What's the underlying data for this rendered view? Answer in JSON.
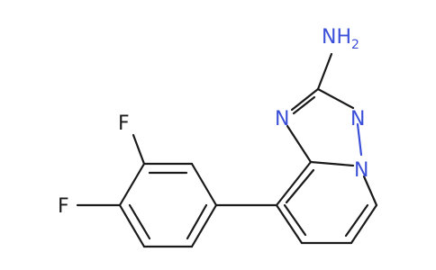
{
  "molecule": {
    "atoms": {
      "amine": {
        "symbol": "NH",
        "subscript": "2",
        "color": "#3b4fd8"
      },
      "n_ring_left": {
        "symbol": "N",
        "color": "#3b4fd8"
      },
      "n_ring_right": {
        "symbol": "N",
        "color": "#3b4fd8"
      },
      "n_bridge": {
        "symbol": "N",
        "color": "#3b4fd8"
      },
      "f_top": {
        "symbol": "F",
        "color": "#1a1a1a"
      },
      "f_left": {
        "symbol": "F",
        "color": "#1a1a1a"
      }
    },
    "bond_color": "#1a1a1a",
    "heteroatom_color": "#3b4fd8"
  }
}
